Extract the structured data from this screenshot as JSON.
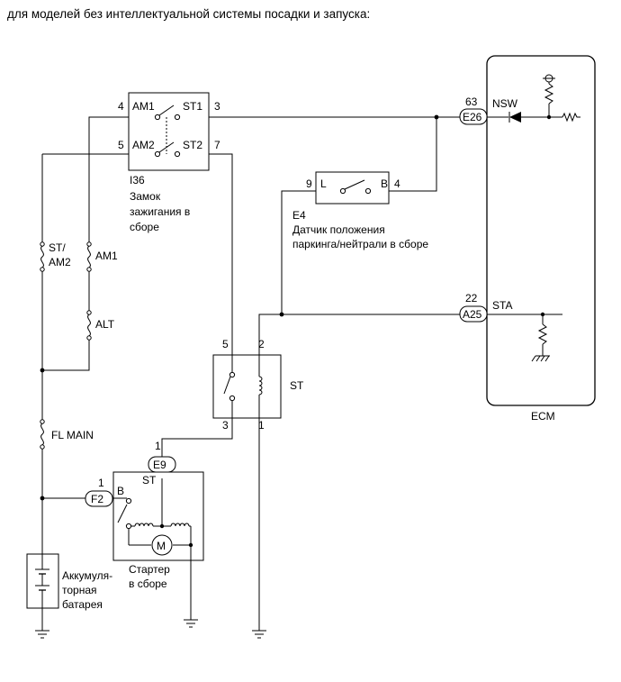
{
  "title": "для моделей без интеллектуальной системы посадки и запуска:",
  "ignition_switch": {
    "code": "I36",
    "name_lines": [
      "Замок",
      "зажигания в",
      "сборе"
    ],
    "pins": {
      "am1_pin": "4",
      "am1": "AM1",
      "st1": "ST1",
      "st1_pin": "3",
      "am2_pin": "5",
      "am2": "AM2",
      "st2": "ST2",
      "st2_pin": "7"
    }
  },
  "ecm": {
    "label": "ECM",
    "nsw_pin": "63",
    "nsw_connector": "E26",
    "nsw_label": "NSW",
    "sta_pin": "22",
    "sta_connector": "A25",
    "sta_label": "STA"
  },
  "pnp_switch": {
    "code": "E4",
    "name_lines": [
      "Датчик положения",
      "паркинга/нейтрали в сборе"
    ],
    "pin_l_num": "9",
    "pin_l": "L",
    "pin_b": "B",
    "pin_b_num": "4"
  },
  "fuses": {
    "st_am2_lines": [
      "ST/",
      "AM2"
    ],
    "am1": "AM1",
    "alt": "ALT",
    "fl_main": "FL MAIN"
  },
  "st_relay": {
    "label": "ST",
    "pin5": "5",
    "pin2": "2",
    "pin3": "3",
    "pin1": "1"
  },
  "starter": {
    "e9_pin": "1",
    "e9_connector": "E9",
    "st_terminal": "ST",
    "f2_pin": "1",
    "f2_connector": "F2",
    "b_terminal": "B",
    "motor": "M",
    "name_lines": [
      "Стартер",
      "в сборе"
    ]
  },
  "battery": {
    "name_lines": [
      "Аккумуля-",
      "торная",
      "батарея"
    ]
  }
}
